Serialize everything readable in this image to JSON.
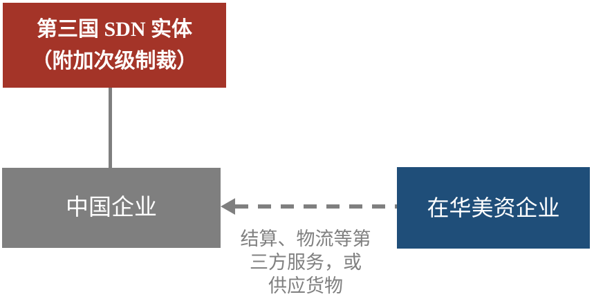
{
  "colors": {
    "red_box": "#A43428",
    "gray_box": "#7F7F7F",
    "blue_box": "#1F4E79",
    "connector": "#7F7F7F",
    "arrow": "#7F7F7F",
    "caption_text": "#808080",
    "box_text": "#FFFFFF"
  },
  "nodes": {
    "sdn_entity": {
      "line1": "第三国 SDN 实体",
      "line2": "（附加次级制裁）"
    },
    "chinese_company": {
      "label": "中国企业"
    },
    "us_company": {
      "label": "在华美资企业"
    }
  },
  "arrow_caption": {
    "line1": "结算、物流等第",
    "line2": "三方服务，或",
    "line3": "供应货物"
  }
}
